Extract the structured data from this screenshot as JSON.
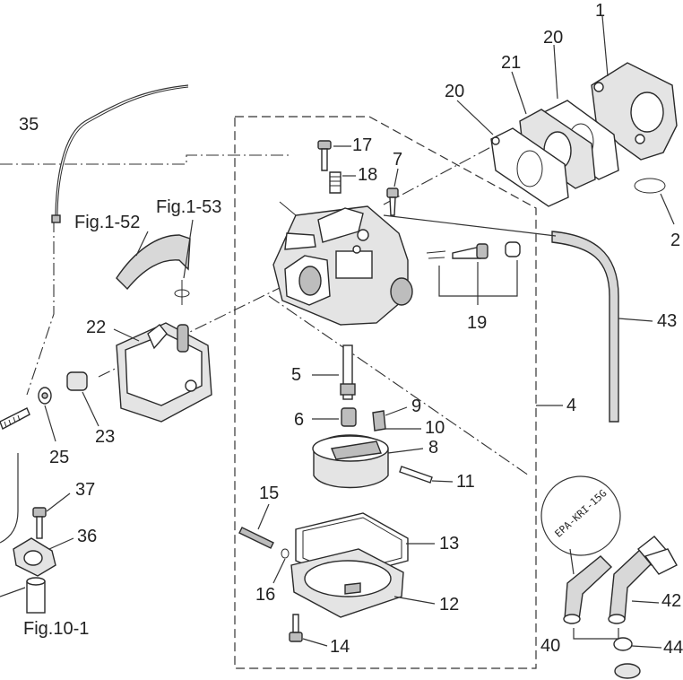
{
  "labels": {
    "p1": "1",
    "p4": "4",
    "p5": "5",
    "p6": "6",
    "p7": "7",
    "p8": "8",
    "p9": "9",
    "p10": "10",
    "p11": "11",
    "p12": "12",
    "p13": "13",
    "p14": "14",
    "p15": "15",
    "p16": "16",
    "p17": "17",
    "p18": "18",
    "p19": "19",
    "p20a": "20",
    "p20b": "20",
    "p21": "21",
    "p22": "22",
    "p23": "23",
    "p25": "25",
    "p35": "35",
    "p36": "36",
    "p37": "37",
    "p40": "40",
    "p42": "42",
    "p43": "43",
    "p44": "44",
    "p_cut": "2"
  },
  "refs": {
    "fig_1_52": "Fig.1-52",
    "fig_1_53": "Fig.1-53",
    "fig_10_1": "Fig.10-1"
  },
  "stamp": "EPA-KRI-15G"
}
